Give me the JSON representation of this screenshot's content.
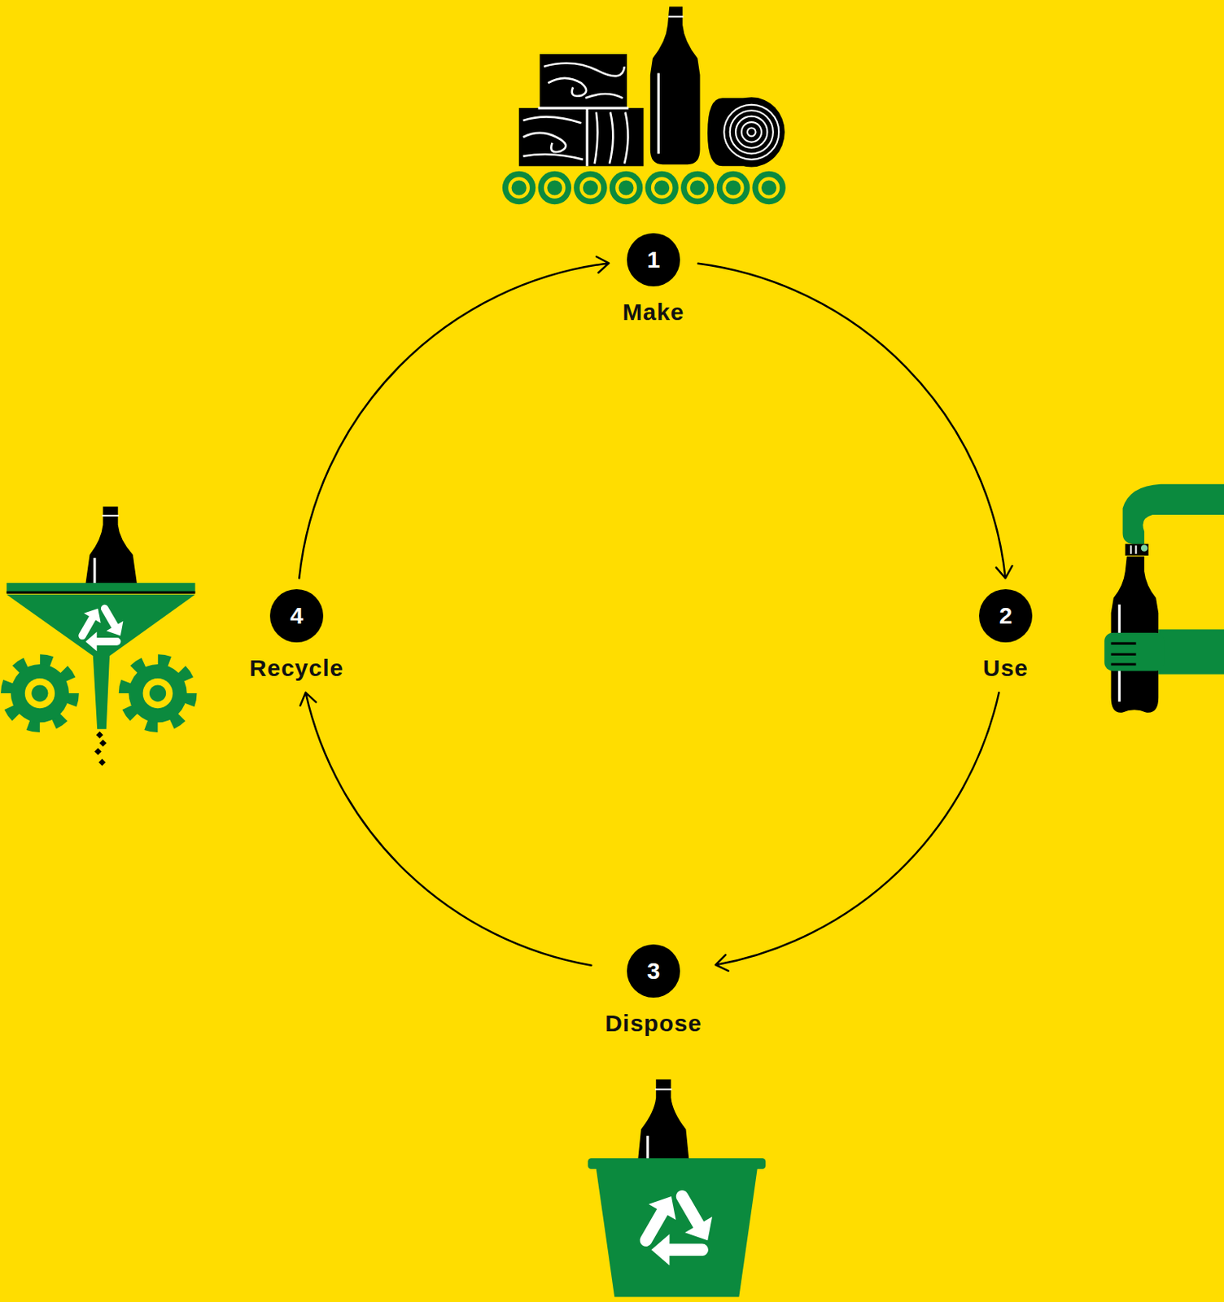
{
  "diagram": {
    "nodes": [
      {
        "text": [
          "1",
          "Make"
        ]
      },
      {
        "text": [
          "2",
          "Use"
        ]
      },
      {
        "text": [
          "3",
          "Dispose"
        ]
      },
      {
        "text": [
          "4",
          "Recycle"
        ]
      }
    ],
    "edges": [
      {
        "from": 0,
        "to": 1,
        "arrow": "to"
      },
      {
        "from": 1,
        "to": 2,
        "arrow": "to"
      },
      {
        "from": 2,
        "to": 3,
        "arrow": "to"
      },
      {
        "from": 3,
        "to": 0,
        "arrow": "to"
      }
    ]
  }
}
